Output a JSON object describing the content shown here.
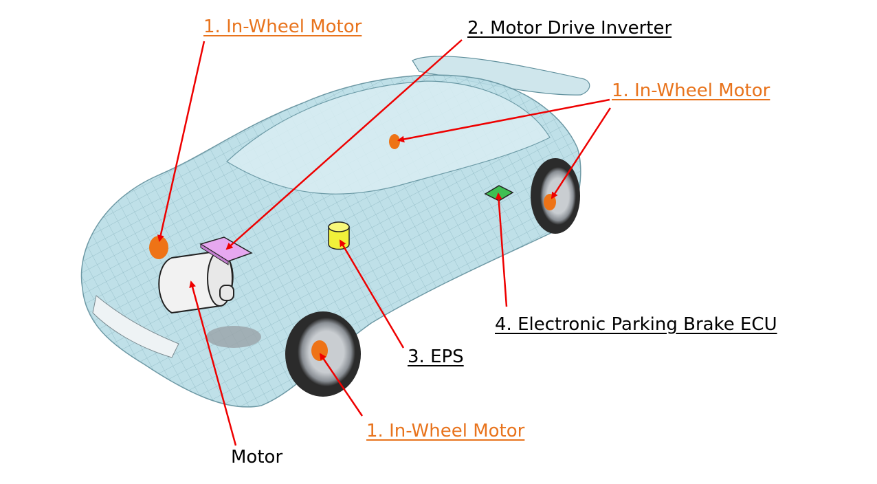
{
  "colors": {
    "link_label": "#e8731c",
    "plain_label": "#000000",
    "arrow": "#ee0000",
    "car_body": "#b9dde6",
    "car_mesh": "#5f8f9c",
    "tire": "#2b2b2b",
    "rim": "#a9adb2",
    "motor_marker": "#ee7316",
    "inverter_box": "#e6a8f0",
    "eps_cylinder": "#f1f03a",
    "brake_ecu": "#3fbf52"
  },
  "labels": {
    "in_wheel_motor_front_left": "1. In-Wheel Motor",
    "motor_drive_inverter": "2. Motor Drive Inverter",
    "in_wheel_motor_rear_right": "1. In-Wheel Motor",
    "electronic_parking_brake_ecu": "4. Electronic Parking Brake ECU",
    "eps": "3. EPS",
    "in_wheel_motor_front_right": "1. In-Wheel Motor",
    "motor": "Motor"
  },
  "icons": {
    "in_wheel_motor": "orange-ellipse-icon",
    "motor": "cylinder-motor-icon",
    "inverter": "pink-box-icon",
    "eps": "yellow-cylinder-icon",
    "brake_ecu": "green-box-icon"
  }
}
